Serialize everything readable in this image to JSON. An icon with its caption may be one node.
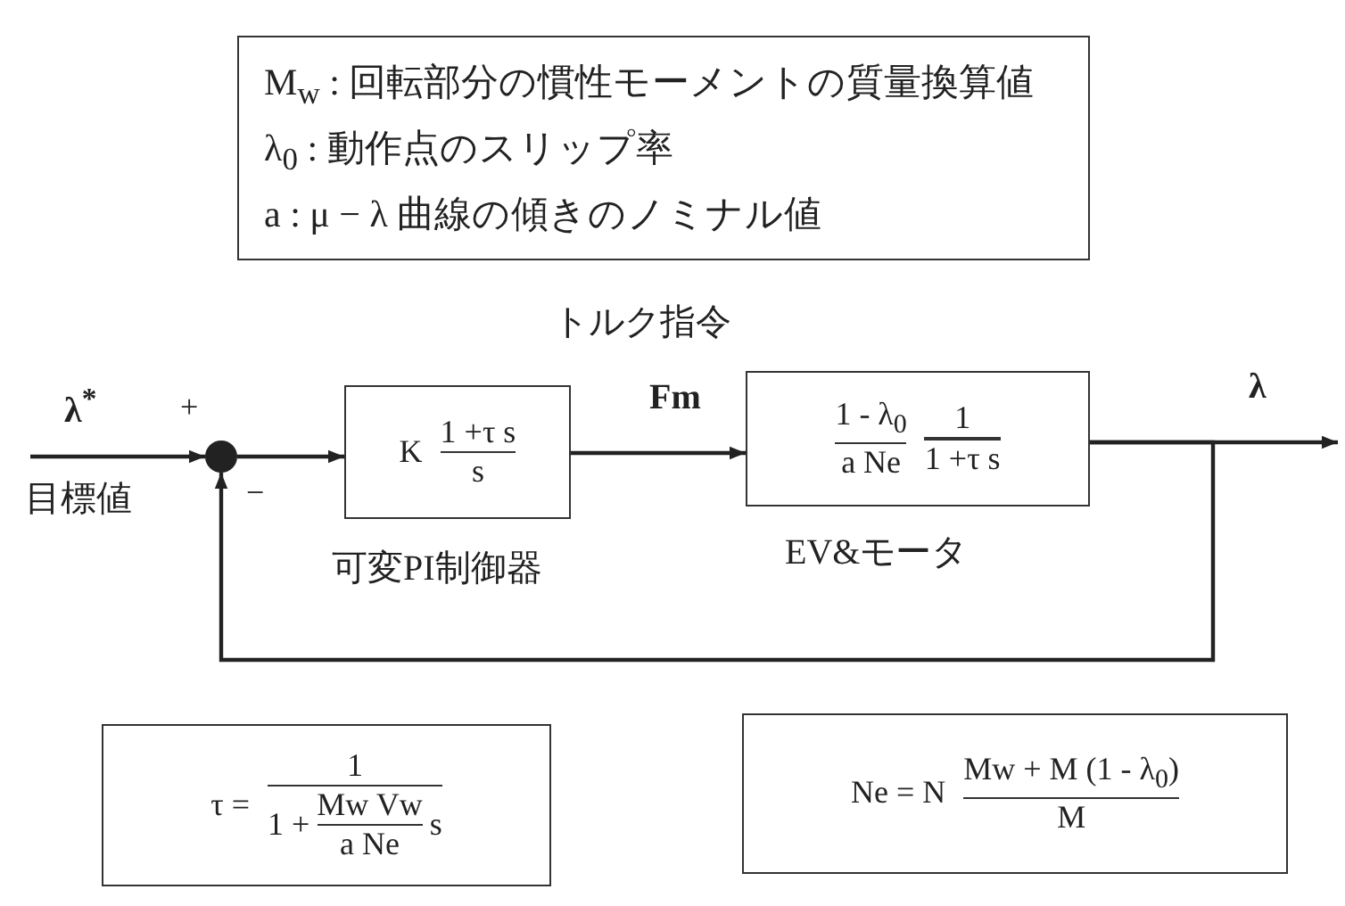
{
  "diagram": {
    "nodes": [
      {
        "text": [
          "M$_{w}$ : 回転部分の慣性モーメントの質量換算値",
          "λ$_{0}$ : 動作点のスリップ率",
          "a : μ − λ 曲線の傾きのノミナル値"
        ]
      },
      {
        "text": [],
        "shape": "circle"
      },
      {
        "text": [
          "K",
          "1 +τ s",
          "s"
        ],
        "beside": [
          "可変PI制御器"
        ]
      },
      {
        "text": [
          "1 - λ$_{0}$",
          "a Ne",
          "1",
          "1 +τ s"
        ],
        "beside": [
          "EV&モータ"
        ]
      },
      {
        "text": [
          "τ =",
          "1",
          "1 +",
          "Mw Vw",
          "a Ne",
          "s"
        ]
      },
      {
        "text": [
          "Ne = N",
          "Mw + M (1 - λ$_{0}$)",
          "M"
        ]
      }
    ],
    "edges": [
      {
        "from": null,
        "to": 1,
        "arrow": "to",
        "label": "λ$^{*}$"
      },
      {
        "from": 1,
        "to": 2,
        "arrow": "to"
      },
      {
        "from": 2,
        "to": 3,
        "arrow": "to",
        "label": "Fm"
      },
      {
        "from": 3,
        "to": null,
        "arrow": "to",
        "label": "λ"
      },
      {
        "from": 3,
        "to": 1,
        "arrow": "to"
      }
    ],
    "labels": [
      "トルク指令",
      "+",
      "目標値",
      "−"
    ]
  }
}
